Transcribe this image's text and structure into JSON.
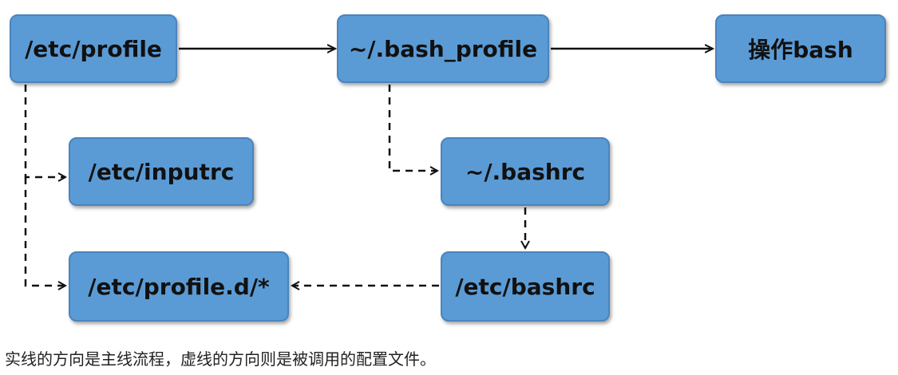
{
  "diagram": {
    "nodes": {
      "etc_profile": "/etc/profile",
      "bash_profile": "~/.bash_profile",
      "operate_bash": "操作bash",
      "inputrc": "/etc/inputrc",
      "bashrc_home": "~/.bashrc",
      "profile_d": "/etc/profile.d/*",
      "etc_bashrc": "/etc/bashrc"
    },
    "edges": [
      {
        "from": "/etc/profile",
        "to": "~/.bash_profile",
        "style": "solid"
      },
      {
        "from": "~/.bash_profile",
        "to": "操作bash",
        "style": "solid"
      },
      {
        "from": "/etc/profile",
        "to": "/etc/inputrc",
        "style": "dashed"
      },
      {
        "from": "/etc/profile",
        "to": "/etc/profile.d/*",
        "style": "dashed"
      },
      {
        "from": "~/.bash_profile",
        "to": "~/.bashrc",
        "style": "dashed"
      },
      {
        "from": "~/.bashrc",
        "to": "/etc/bashrc",
        "style": "dashed"
      },
      {
        "from": "/etc/bashrc",
        "to": "/etc/profile.d/*",
        "style": "dashed"
      }
    ],
    "colors": {
      "node_fill": "#5b9bd5",
      "node_border": "#4a84bd",
      "edge": "#111111",
      "text": "#111111"
    }
  },
  "caption": "实线的方向是主线流程，虚线的方向则是被调用的配置文件。"
}
